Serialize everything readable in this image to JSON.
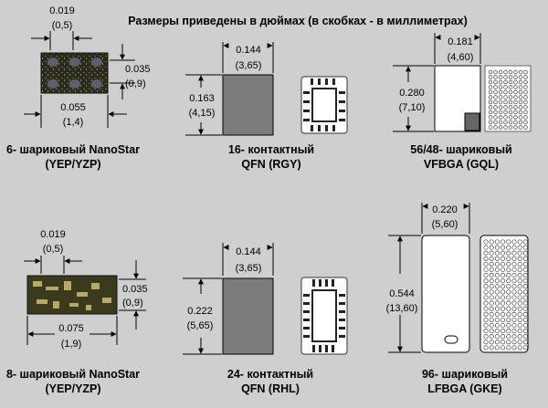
{
  "title": "Размеры приведены в дюймах (в скобках - в миллиметрах)",
  "packages": [
    {
      "caption_line1": "6- шариковый NanoStar",
      "caption_line2": "(YEP/YZP)",
      "dims": {
        "w_in": "0.019",
        "w_mm": "(0,5)",
        "h_in": "0.035",
        "h_mm": "(0,9)",
        "l_in": "0.055",
        "l_mm": "(1,4)"
      }
    },
    {
      "caption_line1": "16- контактный",
      "caption_line2": "QFN (RGY)",
      "dims": {
        "w_in": "0.144",
        "w_mm": "(3,65)",
        "h_in": "0.163",
        "h_mm": "(4,15)"
      }
    },
    {
      "caption_line1": "56/48- шариковый",
      "caption_line2": "VFBGA (GQL)",
      "dims": {
        "w_in": "0.181",
        "w_mm": "(4,60)",
        "h_in": "0.280",
        "h_mm": "(7,10)"
      }
    },
    {
      "caption_line1": "8- шариковый NanoStar",
      "caption_line2": "(YEP/YZP)",
      "dims": {
        "w_in": "0.019",
        "w_mm": "(0,5)",
        "h_in": "0.035",
        "h_mm": "(0,9)",
        "l_in": "0.075",
        "l_mm": "(1,9)"
      }
    },
    {
      "caption_line1": "24- контактный",
      "caption_line2": "QFN (RHL)",
      "dims": {
        "w_in": "0.144",
        "w_mm": "(3,65)",
        "h_in": "0.222",
        "h_mm": "(5,65)"
      }
    },
    {
      "caption_line1": "96- шариковый",
      "caption_line2": "LFBGA (GKE)",
      "dims": {
        "w_in": "0.220",
        "w_mm": "(5,60)",
        "h_in": "0.544",
        "h_mm": "(13,60)"
      }
    }
  ]
}
